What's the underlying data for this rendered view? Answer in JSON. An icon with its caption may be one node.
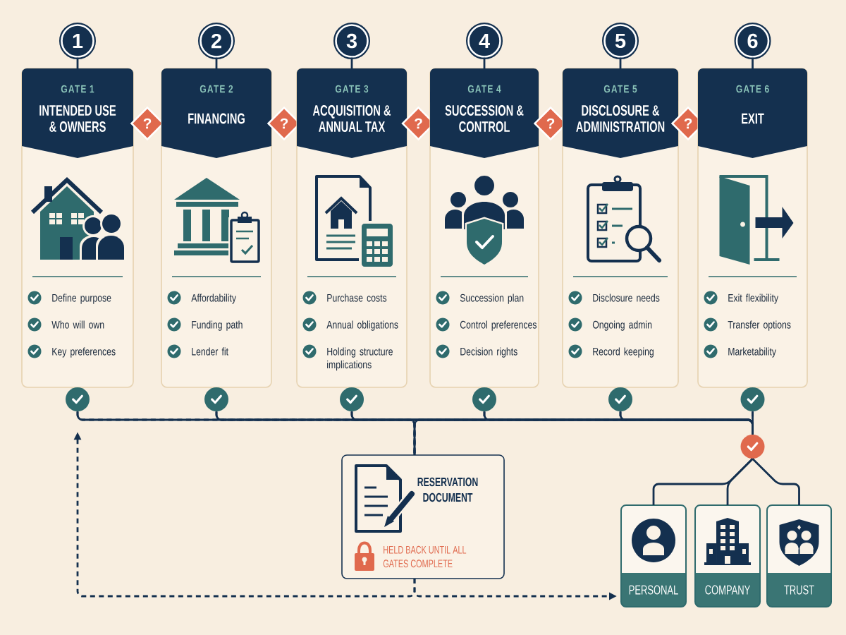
{
  "diagram": {
    "nodes": [
      {
        "text": [
          "1"
        ]
      },
      {
        "text": [
          "2"
        ]
      },
      {
        "text": [
          "3"
        ]
      },
      {
        "text": [
          "4"
        ]
      },
      {
        "text": [
          "5"
        ]
      },
      {
        "text": [
          "6"
        ]
      },
      {
        "text": [
          "GATE 1",
          "INTENDED USE & OWNERS",
          "Define purpose",
          "Who will own",
          "Key preferences"
        ]
      },
      {
        "text": [
          "?"
        ]
      },
      {
        "text": [
          "GATE 2",
          "FINANCING",
          "Affordability",
          "Funding path",
          "Lender fit"
        ]
      },
      {
        "text": [
          "?"
        ]
      },
      {
        "text": [
          "GATE 3",
          "ACQUISITION & ANNUAL TAX",
          "Purchase costs",
          "Annual obligations",
          "Holding structure implications"
        ]
      },
      {
        "text": [
          "?"
        ]
      },
      {
        "text": [
          "GATE 4",
          "SUCCESSION & CONTROL",
          "Succession plan",
          "Control preferences",
          "Decision rights"
        ]
      },
      {
        "text": [
          "?"
        ]
      },
      {
        "text": [
          "GATE 5",
          "DISCLOSURE & ADMINISTRATION",
          "Disclosure needs",
          "Ongoing admin",
          "Record keeping"
        ]
      },
      {
        "text": [
          "?"
        ]
      },
      {
        "text": [
          "GATE 6",
          "EXIT",
          "Exit flexibility",
          "Transfer options",
          "Marketability"
        ]
      },
      {
        "text": [],
        "shape": "circle"
      },
      {
        "text": [],
        "shape": "circle"
      },
      {
        "text": [],
        "shape": "circle"
      },
      {
        "text": [],
        "shape": "circle"
      },
      {
        "text": [],
        "shape": "circle"
      },
      {
        "text": [],
        "shape": "circle"
      },
      {
        "text": [],
        "shape": "circle"
      },
      {
        "text": [
          "RESERVATION DOCUMENT",
          "HELD BACK UNTIL ALL GATES COMPLETE"
        ]
      },
      {
        "text": [
          "PERSONAL"
        ]
      },
      {
        "text": [
          "COMPANY"
        ]
      },
      {
        "text": [
          "TRUST"
        ]
      }
    ],
    "edges": [
      {
        "from": 0,
        "to": 6,
        "arrow": "none"
      },
      {
        "from": 1,
        "to": 8,
        "arrow": "none"
      },
      {
        "from": 2,
        "to": 10,
        "arrow": "none"
      },
      {
        "from": 3,
        "to": 12,
        "arrow": "none"
      },
      {
        "from": 4,
        "to": 14,
        "arrow": "none"
      },
      {
        "from": 5,
        "to": 16,
        "arrow": "none"
      },
      {
        "from": 17,
        "to": 23,
        "arrow": "none"
      },
      {
        "from": 18,
        "to": 23,
        "arrow": "none"
      },
      {
        "from": 19,
        "to": 23,
        "arrow": "none"
      },
      {
        "from": 20,
        "to": 23,
        "arrow": "none"
      },
      {
        "from": 21,
        "to": 23,
        "arrow": "none"
      },
      {
        "from": 22,
        "to": 23,
        "arrow": "none"
      },
      {
        "from": 17,
        "to": 24,
        "arrow": "none",
        "style": "dashed"
      },
      {
        "from": 18,
        "to": 24,
        "arrow": "none",
        "style": "dashed"
      },
      {
        "from": 19,
        "to": 24,
        "arrow": "none",
        "style": "dashed"
      },
      {
        "from": 20,
        "to": 24,
        "arrow": "none",
        "style": "dashed"
      },
      {
        "from": 21,
        "to": 24,
        "arrow": "none",
        "style": "dashed"
      },
      {
        "from": 22,
        "to": 24,
        "arrow": "none",
        "style": "dashed"
      },
      {
        "from": 24,
        "to": 17,
        "arrow": "to",
        "style": "dashed"
      },
      {
        "from": 24,
        "to": 25,
        "arrow": "to",
        "style": "dashed"
      },
      {
        "from": 23,
        "to": 25,
        "arrow": "none"
      },
      {
        "from": 23,
        "to": 26,
        "arrow": "none"
      },
      {
        "from": 23,
        "to": 27,
        "arrow": "none"
      }
    ]
  }
}
